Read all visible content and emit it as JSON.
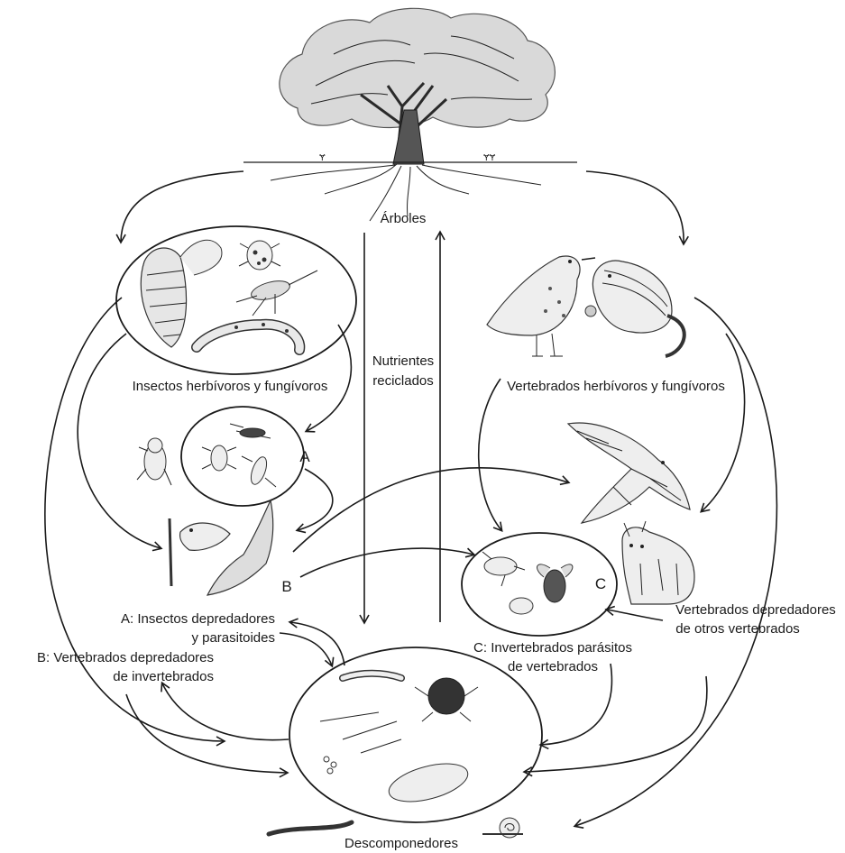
{
  "labels": {
    "arboles": "Árboles",
    "nutrientes_line1": "Nutrientes",
    "nutrientes_line2": "reciclados",
    "insectos_herb": "Insectos herbívoros y fungívoros",
    "vert_herb": "Vertebrados herbívoros y fungívoros",
    "letter_a": "A",
    "letter_b": "B",
    "letter_c": "C",
    "legend_a_line1": "A: Insectos depredadores",
    "legend_a_line2": "y parasitoides",
    "legend_b_line1": "B: Vertebrados depredadores",
    "legend_b_line2": "de invertebrados",
    "legend_c_line1": "C: Invertebrados parásitos",
    "legend_c_line2": "de vertebrados",
    "vert_depred_line1": "Vertebrados depredadores",
    "vert_depred_line2": "de otros vertebrados",
    "descomponedores": "Descomponedores"
  }
}
